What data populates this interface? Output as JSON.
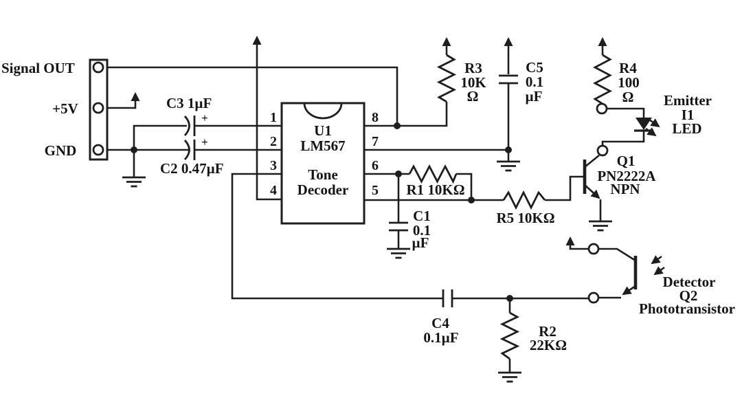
{
  "colors": {
    "wire": "#1e1e1e",
    "background": "#ffffff"
  },
  "connector": {
    "signal_out": "Signal OUT",
    "plus_5v": "+5V",
    "gnd": "GND"
  },
  "ic": {
    "refdes": "U1",
    "part": "LM567",
    "func1": "Tone",
    "func2": "Decoder",
    "pin1": "1",
    "pin2": "2",
    "pin3": "3",
    "pin4": "4",
    "pin5": "5",
    "pin6": "6",
    "pin7": "7",
    "pin8": "8"
  },
  "c3": {
    "name": "C3 1µF",
    "plus": "+"
  },
  "c2": {
    "name": "C2 0.47µF",
    "plus": "+"
  },
  "r3": {
    "l1": "R3",
    "l2": "10K",
    "l3": "Ω"
  },
  "c5": {
    "l1": "C5",
    "l2": "0.1",
    "l3": "µF"
  },
  "r4": {
    "l1": "R4",
    "l2": "100",
    "l3": "Ω"
  },
  "i1": {
    "l1": "Emitter",
    "l2": "I1",
    "l3": "LED"
  },
  "q1": {
    "l1": "Q1",
    "l2": "PN2222A",
    "l3": "NPN"
  },
  "r1": {
    "name": "R1 10KΩ"
  },
  "c1": {
    "l1": "C1",
    "l2": "0.1",
    "l3": "µF"
  },
  "r5": {
    "name": "R5 10KΩ"
  },
  "c4": {
    "l1": "C4",
    "l2": "0.1µF"
  },
  "r2": {
    "l1": "R2",
    "l2": "22KΩ"
  },
  "q2": {
    "l1": "Detector",
    "l2": "Q2",
    "l3": "Phototransistor"
  }
}
